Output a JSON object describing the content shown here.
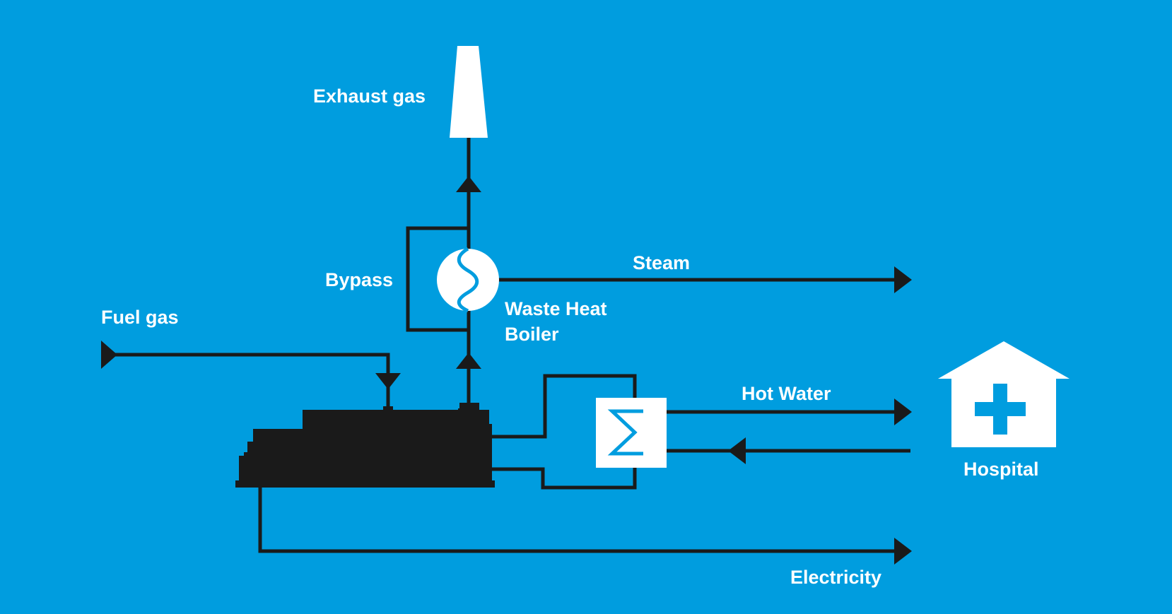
{
  "background_color": "#009ddf",
  "line_color": "#1a1a1a",
  "labels": {
    "exhaust_gas": "Exhaust gas",
    "bypass": "Bypass",
    "steam": "Steam",
    "waste_heat_line1": "Waste Heat",
    "waste_heat_line2": "Boiler",
    "fuel_gas": "Fuel gas",
    "hot_water": "Hot Water",
    "hospital": "Hospital",
    "electricity": "Electricity"
  },
  "icons": {
    "stack": "exhaust-stack-icon",
    "boiler": "waste-heat-boiler-icon",
    "engine": "gas-engine-generator-icon",
    "heat_exchanger": "heat-exchanger-icon",
    "hospital": "hospital-building-icon"
  }
}
